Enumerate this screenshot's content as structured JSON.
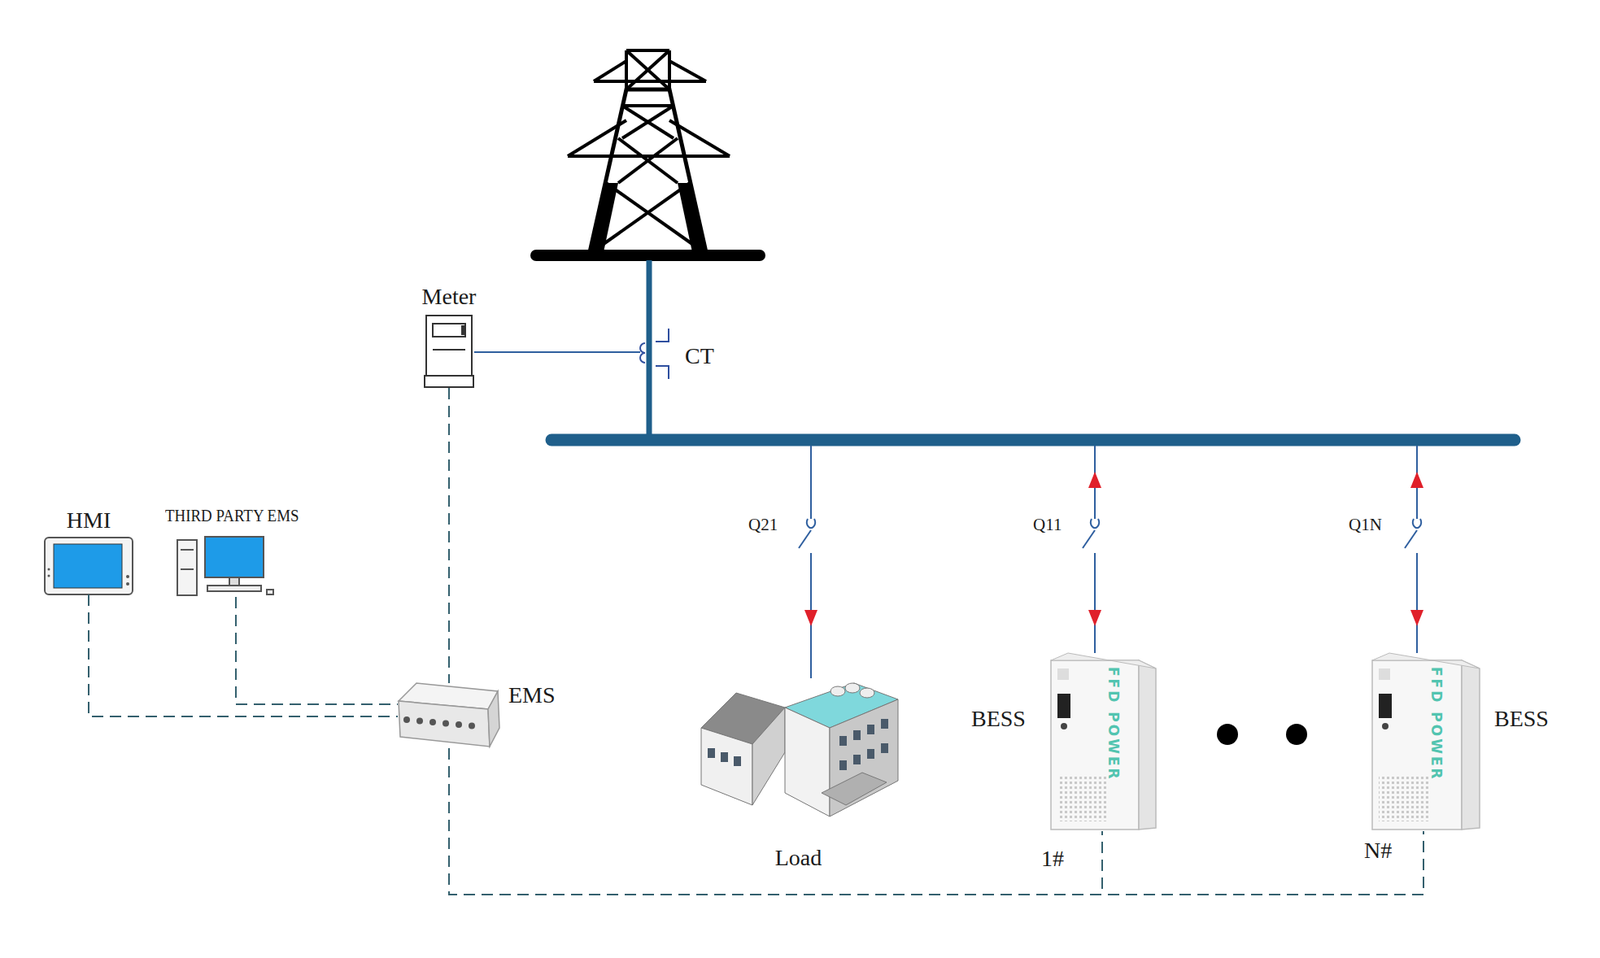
{
  "diagram": {
    "nodes": [
      {
        "text": [
          "Meter"
        ]
      },
      {
        "text": [
          "HMI"
        ]
      },
      {
        "text": [
          "THIRD PARTY EMS"
        ]
      },
      {
        "text": [
          "EMS"
        ]
      },
      {
        "text": [
          "Load"
        ]
      },
      {
        "text": [
          "BESS",
          "1#"
        ]
      },
      {
        "text": [
          "BESS",
          "N#"
        ]
      }
    ],
    "edges": [
      {
        "from": 0,
        "to": 3,
        "arrow": "none"
      },
      {
        "from": 1,
        "to": 3,
        "arrow": "none"
      },
      {
        "from": 2,
        "to": 3,
        "arrow": "none"
      },
      {
        "from": 3,
        "to": 5,
        "arrow": "none"
      },
      {
        "from": 3,
        "to": 6,
        "arrow": "none"
      }
    ],
    "labels": [
      "CT",
      "Q21",
      "Q11",
      "Q1N",
      "FFD POWER",
      "FFD POWER"
    ]
  }
}
